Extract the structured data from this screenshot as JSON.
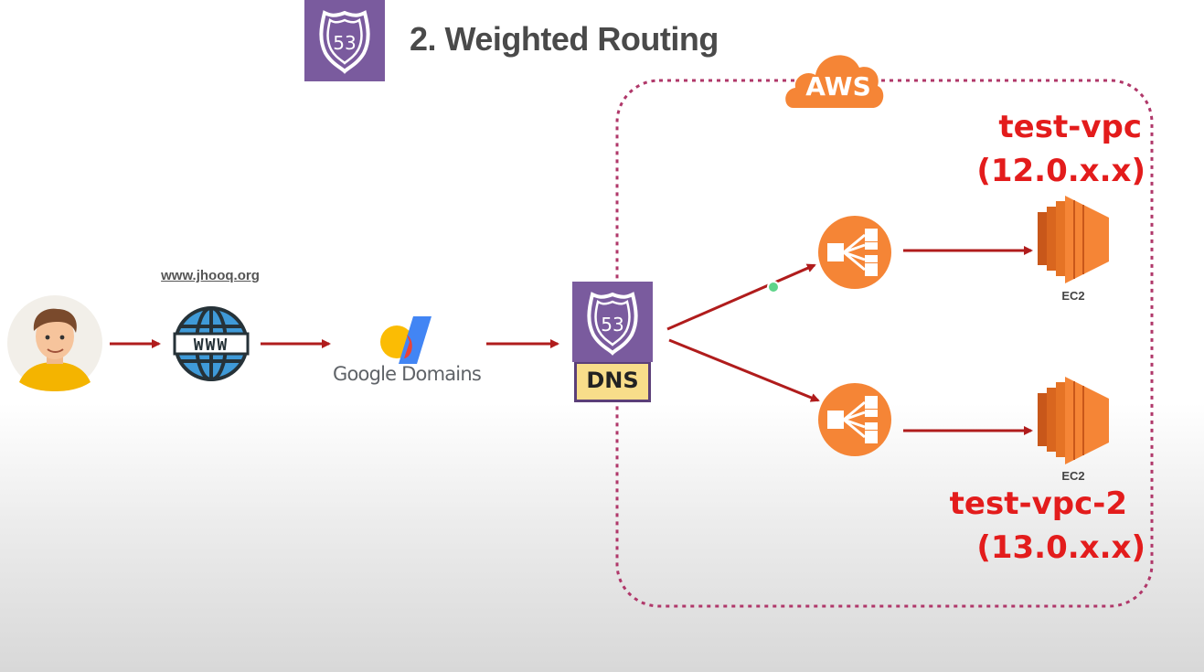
{
  "title": "2. Weighted Routing",
  "cloud": {
    "label": "AWS"
  },
  "user": {
    "icon": "user-avatar-icon"
  },
  "web": {
    "url": "www.jhooq.org",
    "icon": "www-globe-icon",
    "globe_text": "WWW"
  },
  "registrar": {
    "label": "Google Domains",
    "icon": "google-domains-icon"
  },
  "route53": {
    "badge": "53",
    "dns_label": "DNS",
    "icon": "route53-shield-icon"
  },
  "targets": [
    {
      "vpc_name": "test-vpc",
      "cidr": "(12.0.x.x)",
      "instance_label": "EC2"
    },
    {
      "vpc_name": "test-vpc-2",
      "cidr": "(13.0.x.x)",
      "instance_label": "EC2"
    }
  ],
  "colors": {
    "arrow": "#b01c1c",
    "boundary": "#b0386a",
    "route53": "#7a5b9e",
    "elb": "#f58536",
    "ec2": "#f58536",
    "vpc_text": "#e31c1c"
  }
}
